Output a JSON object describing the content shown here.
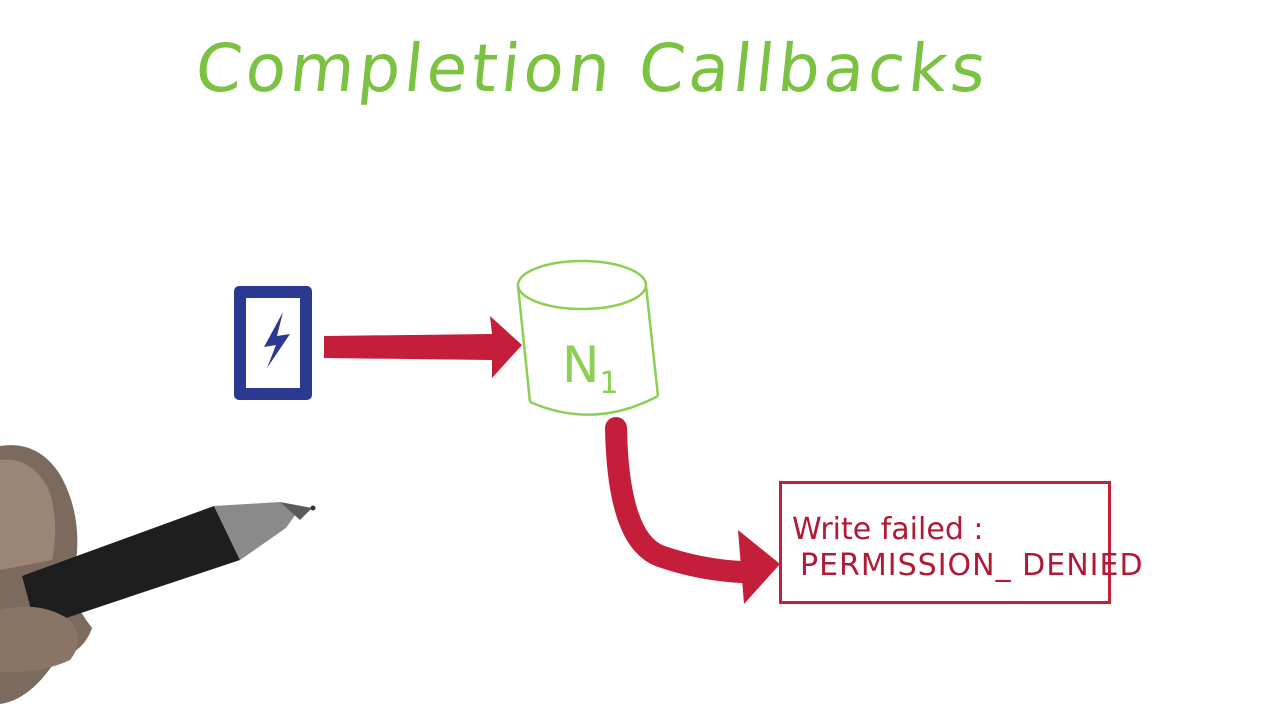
{
  "title": "Completion Callbacks",
  "device": {
    "icon": "phone-bolt-icon",
    "frame_color": "#2b3990"
  },
  "database": {
    "label": "N",
    "subscript": "1",
    "color": "#8ccf52"
  },
  "arrow_color": "#c41e3a",
  "error": {
    "line1": "Write failed :",
    "line2": "PERMISSION_ DENIED",
    "color": "#c41e3a"
  },
  "colors": {
    "title": "#7cc242",
    "background": "#ffffff"
  }
}
